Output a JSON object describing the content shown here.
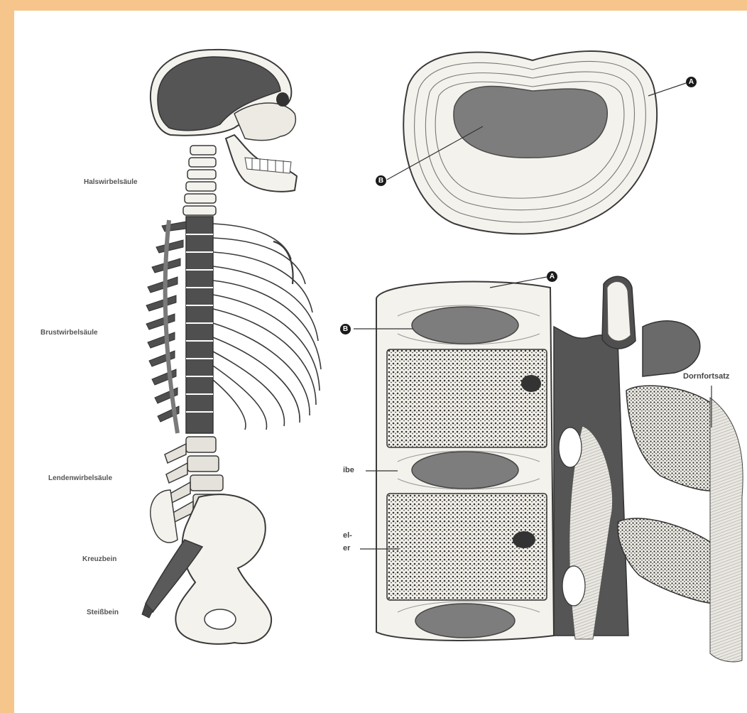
{
  "frame": {
    "accent_color": "#f6c58c"
  },
  "spine_regions": {
    "cervical": "Halswirbelsäule",
    "thoracic": "Brustwirbelsäule",
    "lumbar": "Lendenwirbelsäule",
    "sacrum": "Kreuzbein",
    "coccyx": "Steißbein"
  },
  "disc_top_view": {
    "marker_a": "A",
    "marker_b": "B"
  },
  "spine_section": {
    "marker_a": "A",
    "marker_b": "B",
    "label_spinous_process": "Dornfortsatz",
    "label_partial_disc": "ibe",
    "label_partial_body_line1": "el-",
    "label_partial_body_line2": "er"
  },
  "colors": {
    "bone_fill": "#f4f2ec",
    "stroke": "#3a3a3a",
    "dark_tissue": "#5e5e5e",
    "nucleus": "#7d7d7d",
    "skull_dark": "#555555"
  }
}
